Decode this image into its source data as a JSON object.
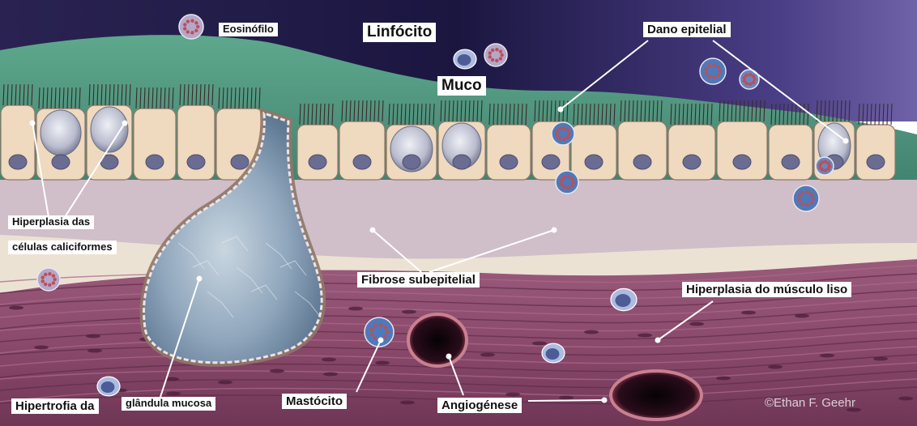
{
  "labels": {
    "eosinofilo": "Eosinófilo",
    "linfocito": "Linfócito",
    "dano_epitelial": "Dano epitelial",
    "muco": "Muco",
    "hiperplasia_caliciformes_1": "Hiperplasia das",
    "hiperplasia_caliciformes_2": "células caliciformes",
    "fibrose_subepitelial": "Fibrose subepitelial",
    "hiperplasia_musculo_liso": "Hiperplasia do músculo liso",
    "hipertrofia_a": "Hipertrofia da",
    "hipertrofia_b": "glândula mucosa",
    "mastocito": "Mastócito",
    "angiogenese": "Angiogénese"
  },
  "credit": "©Ethan F. Geehr",
  "colors": {
    "lumen_dark": "#1b1640",
    "lumen_purple": "#4a3e86",
    "mucus_green": "#4f9a80",
    "epithelium": "#efd9bf",
    "cell_outline": "#8f7868",
    "nucleus": "#6b6c92",
    "basement": "#d8c6cf",
    "submucosa": "#ece2d4",
    "muscle": "#8b4a6c",
    "muscle_dark": "#5f2c49",
    "gland_blue": "#8aa0b8",
    "mast_cell": "#4f79b8",
    "vessel_lumen": "#140810"
  }
}
